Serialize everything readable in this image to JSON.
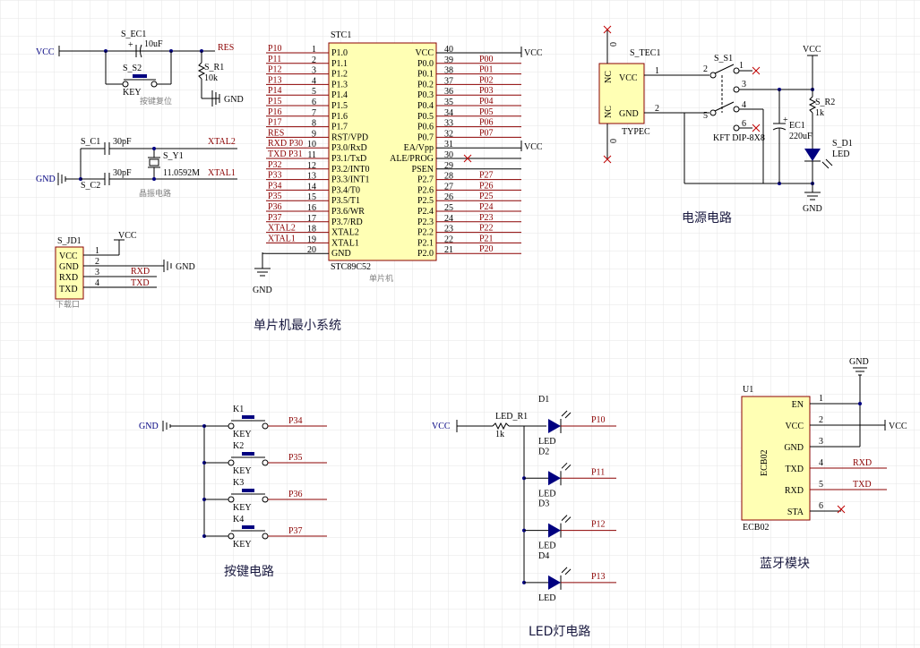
{
  "section_titles": {
    "mcu_system": "单片机最小系统",
    "power": "电源电路",
    "keys": "按键电路",
    "led": "LED灯电路",
    "bluetooth": "蓝牙模块"
  },
  "reset": {
    "vcc": "VCC",
    "cap_ref": "S_EC1",
    "cap_val": "10uF",
    "key_ref": "S_S2",
    "key_val": "KEY",
    "res_ref": "S_R1",
    "res_val": "10k",
    "net_res": "RES",
    "gnd": "GND",
    "caption": "按键复位",
    "plus": "+"
  },
  "crystal": {
    "c1_ref": "S_C1",
    "c1_val": "30pF",
    "c2_ref": "S_C2",
    "c2_val": "30pF",
    "y_ref": "S_Y1",
    "y_val": "11.0592M",
    "xtal2": "XTAL2",
    "xtal1": "XTAL1",
    "gnd": "GND",
    "caption": "晶振电路"
  },
  "download": {
    "ref": "S_JD1",
    "pins": [
      "VCC",
      "GND",
      "RXD",
      "TXD"
    ],
    "nums": [
      "1",
      "2",
      "3",
      "4"
    ],
    "vcc": "VCC",
    "gnd": "GND",
    "rxd": "RXD",
    "txd": "TXD",
    "caption": "下载口"
  },
  "mcu": {
    "ref": "STC1",
    "part": "STC89C52",
    "caption": "单片机",
    "left_pins": [
      "P1.0",
      "P1.1",
      "P1.2",
      "P1.3",
      "P1.4",
      "P1.5",
      "P1.6",
      "P1.7",
      "RST/VPD",
      "P3.0/RxD",
      "P3.1/TxD",
      "P3.2/INT0",
      "P3.3/INT1",
      "P3.4/T0",
      "P3.5/T1",
      "P3.6/WR",
      "P3.7/RD",
      "XTAL2",
      "XTAL1",
      "GND"
    ],
    "left_nums": [
      "1",
      "2",
      "3",
      "4",
      "5",
      "6",
      "7",
      "8",
      "9",
      "10",
      "11",
      "12",
      "13",
      "14",
      "15",
      "16",
      "17",
      "18",
      "19",
      "20"
    ],
    "left_nets": [
      "P10",
      "P11",
      "P12",
      "P13",
      "P14",
      "P15",
      "P16",
      "P17",
      "RES",
      "RXD P30",
      "TXD P31",
      "P32",
      "P33",
      "P34",
      "P35",
      "P36",
      "P37",
      "XTAL2",
      "XTAL1",
      ""
    ],
    "right_pins": [
      "VCC",
      "P0.0",
      "P0.1",
      "P0.2",
      "P0.3",
      "P0.4",
      "P0.5",
      "P0.6",
      "P0.7",
      "EA/Vpp",
      "ALE/PROG",
      "PSEN",
      "P2.7",
      "P2.6",
      "P2.5",
      "P2.4",
      "P2.3",
      "P2.2",
      "P2.1",
      "P2.0"
    ],
    "right_nums": [
      "40",
      "39",
      "38",
      "37",
      "36",
      "35",
      "34",
      "33",
      "32",
      "31",
      "30",
      "29",
      "28",
      "27",
      "26",
      "25",
      "24",
      "23",
      "22",
      "21"
    ],
    "right_nets": [
      "",
      "P00",
      "P01",
      "P02",
      "P03",
      "P04",
      "P05",
      "P06",
      "P07",
      "",
      "",
      "",
      "P27",
      "P26",
      "P25",
      "P24",
      "P23",
      "P22",
      "P21",
      "P20"
    ],
    "vcc": "VCC",
    "gnd": "GND"
  },
  "power": {
    "tec_ref": "S_TEC1",
    "tec_part": "TYPEC",
    "tec_pins": [
      "VCC",
      "GND"
    ],
    "tec_nums": [
      "1",
      "2"
    ],
    "nc": "NC",
    "zero": "0",
    "sw_ref": "S_S1",
    "sw_part": "KFT DIP-8X8",
    "sw_nums": [
      "1",
      "2",
      "3",
      "4",
      "5",
      "6"
    ],
    "vcc": "VCC",
    "ec_ref": "EC1",
    "ec_val": "220uF",
    "r_ref": "S_R2",
    "r_val": "1k",
    "led_ref": "S_D1",
    "led_val": "LED",
    "gnd": "GND",
    "plus": "+"
  },
  "keys": {
    "gnd": "GND",
    "items": [
      {
        "ref": "K1",
        "val": "KEY",
        "net": "P34"
      },
      {
        "ref": "K2",
        "val": "KEY",
        "net": "P35"
      },
      {
        "ref": "K3",
        "val": "KEY",
        "net": "P36"
      },
      {
        "ref": "K4",
        "val": "KEY",
        "net": "P37"
      }
    ]
  },
  "leds": {
    "vcc": "VCC",
    "r_ref": "LED_R1",
    "r_val": "1k",
    "items": [
      {
        "ref": "D1",
        "val": "LED",
        "net": "P10"
      },
      {
        "ref": "D2",
        "val": "LED",
        "net": "P11"
      },
      {
        "ref": "D3",
        "val": "LED",
        "net": "P12"
      },
      {
        "ref": "D4",
        "val": "LED",
        "net": "P13"
      }
    ]
  },
  "bluetooth": {
    "ref": "U1",
    "part": "ECB02",
    "pins": [
      "EN",
      "VCC",
      "GND",
      "TXD",
      "RXD",
      "STA"
    ],
    "nums": [
      "1",
      "2",
      "3",
      "4",
      "5",
      "6"
    ],
    "gnd": "GND",
    "vcc": "VCC",
    "rxd": "RXD",
    "txd": "TXD"
  },
  "colors": {
    "wire": "#000000",
    "pin_red": "#8b0000",
    "body_fill": "#ffffb4",
    "label_navy": "#000080",
    "grid": "#e6e6e6"
  }
}
